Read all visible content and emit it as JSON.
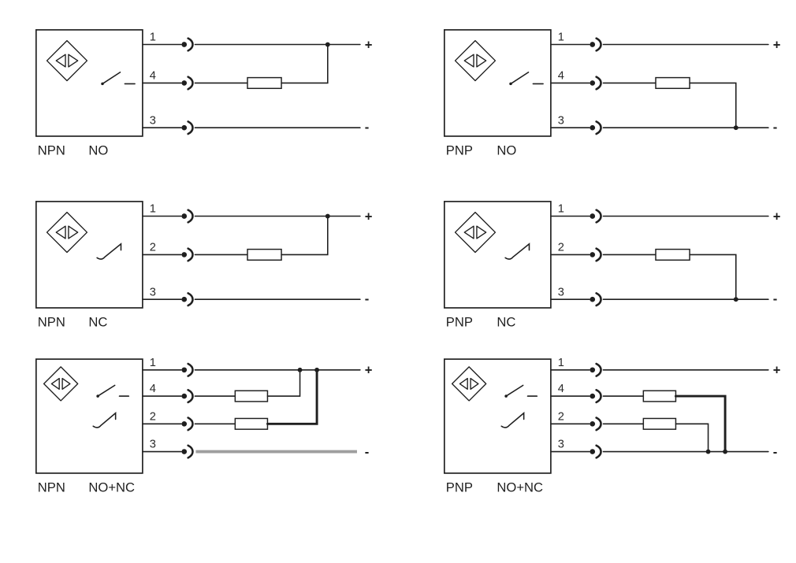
{
  "palette": {
    "wire": "#1f1f1f",
    "muted_wire": "#9e9e9e",
    "background": "#ffffff"
  },
  "diagrams": [
    {
      "id": "npn-no",
      "transistor": "NPN",
      "logic": "NO",
      "pins": [
        "1",
        "4",
        "3"
      ],
      "plus": "+",
      "minus": "-"
    },
    {
      "id": "pnp-no",
      "transistor": "PNP",
      "logic": "NO",
      "pins": [
        "1",
        "4",
        "3"
      ],
      "plus": "+",
      "minus": "-"
    },
    {
      "id": "npn-nc",
      "transistor": "NPN",
      "logic": "NC",
      "pins": [
        "1",
        "2",
        "3"
      ],
      "plus": "+",
      "minus": "-"
    },
    {
      "id": "pnp-nc",
      "transistor": "PNP",
      "logic": "NC",
      "pins": [
        "1",
        "2",
        "3"
      ],
      "plus": "+",
      "minus": "-"
    },
    {
      "id": "npn-nonc",
      "transistor": "NPN",
      "logic": "NO+NC",
      "pins": [
        "1",
        "4",
        "2",
        "3"
      ],
      "plus": "+",
      "minus": "-"
    },
    {
      "id": "pnp-nonc",
      "transistor": "PNP",
      "logic": "NO+NC",
      "pins": [
        "1",
        "4",
        "2",
        "3"
      ],
      "plus": "+",
      "minus": "-"
    }
  ]
}
